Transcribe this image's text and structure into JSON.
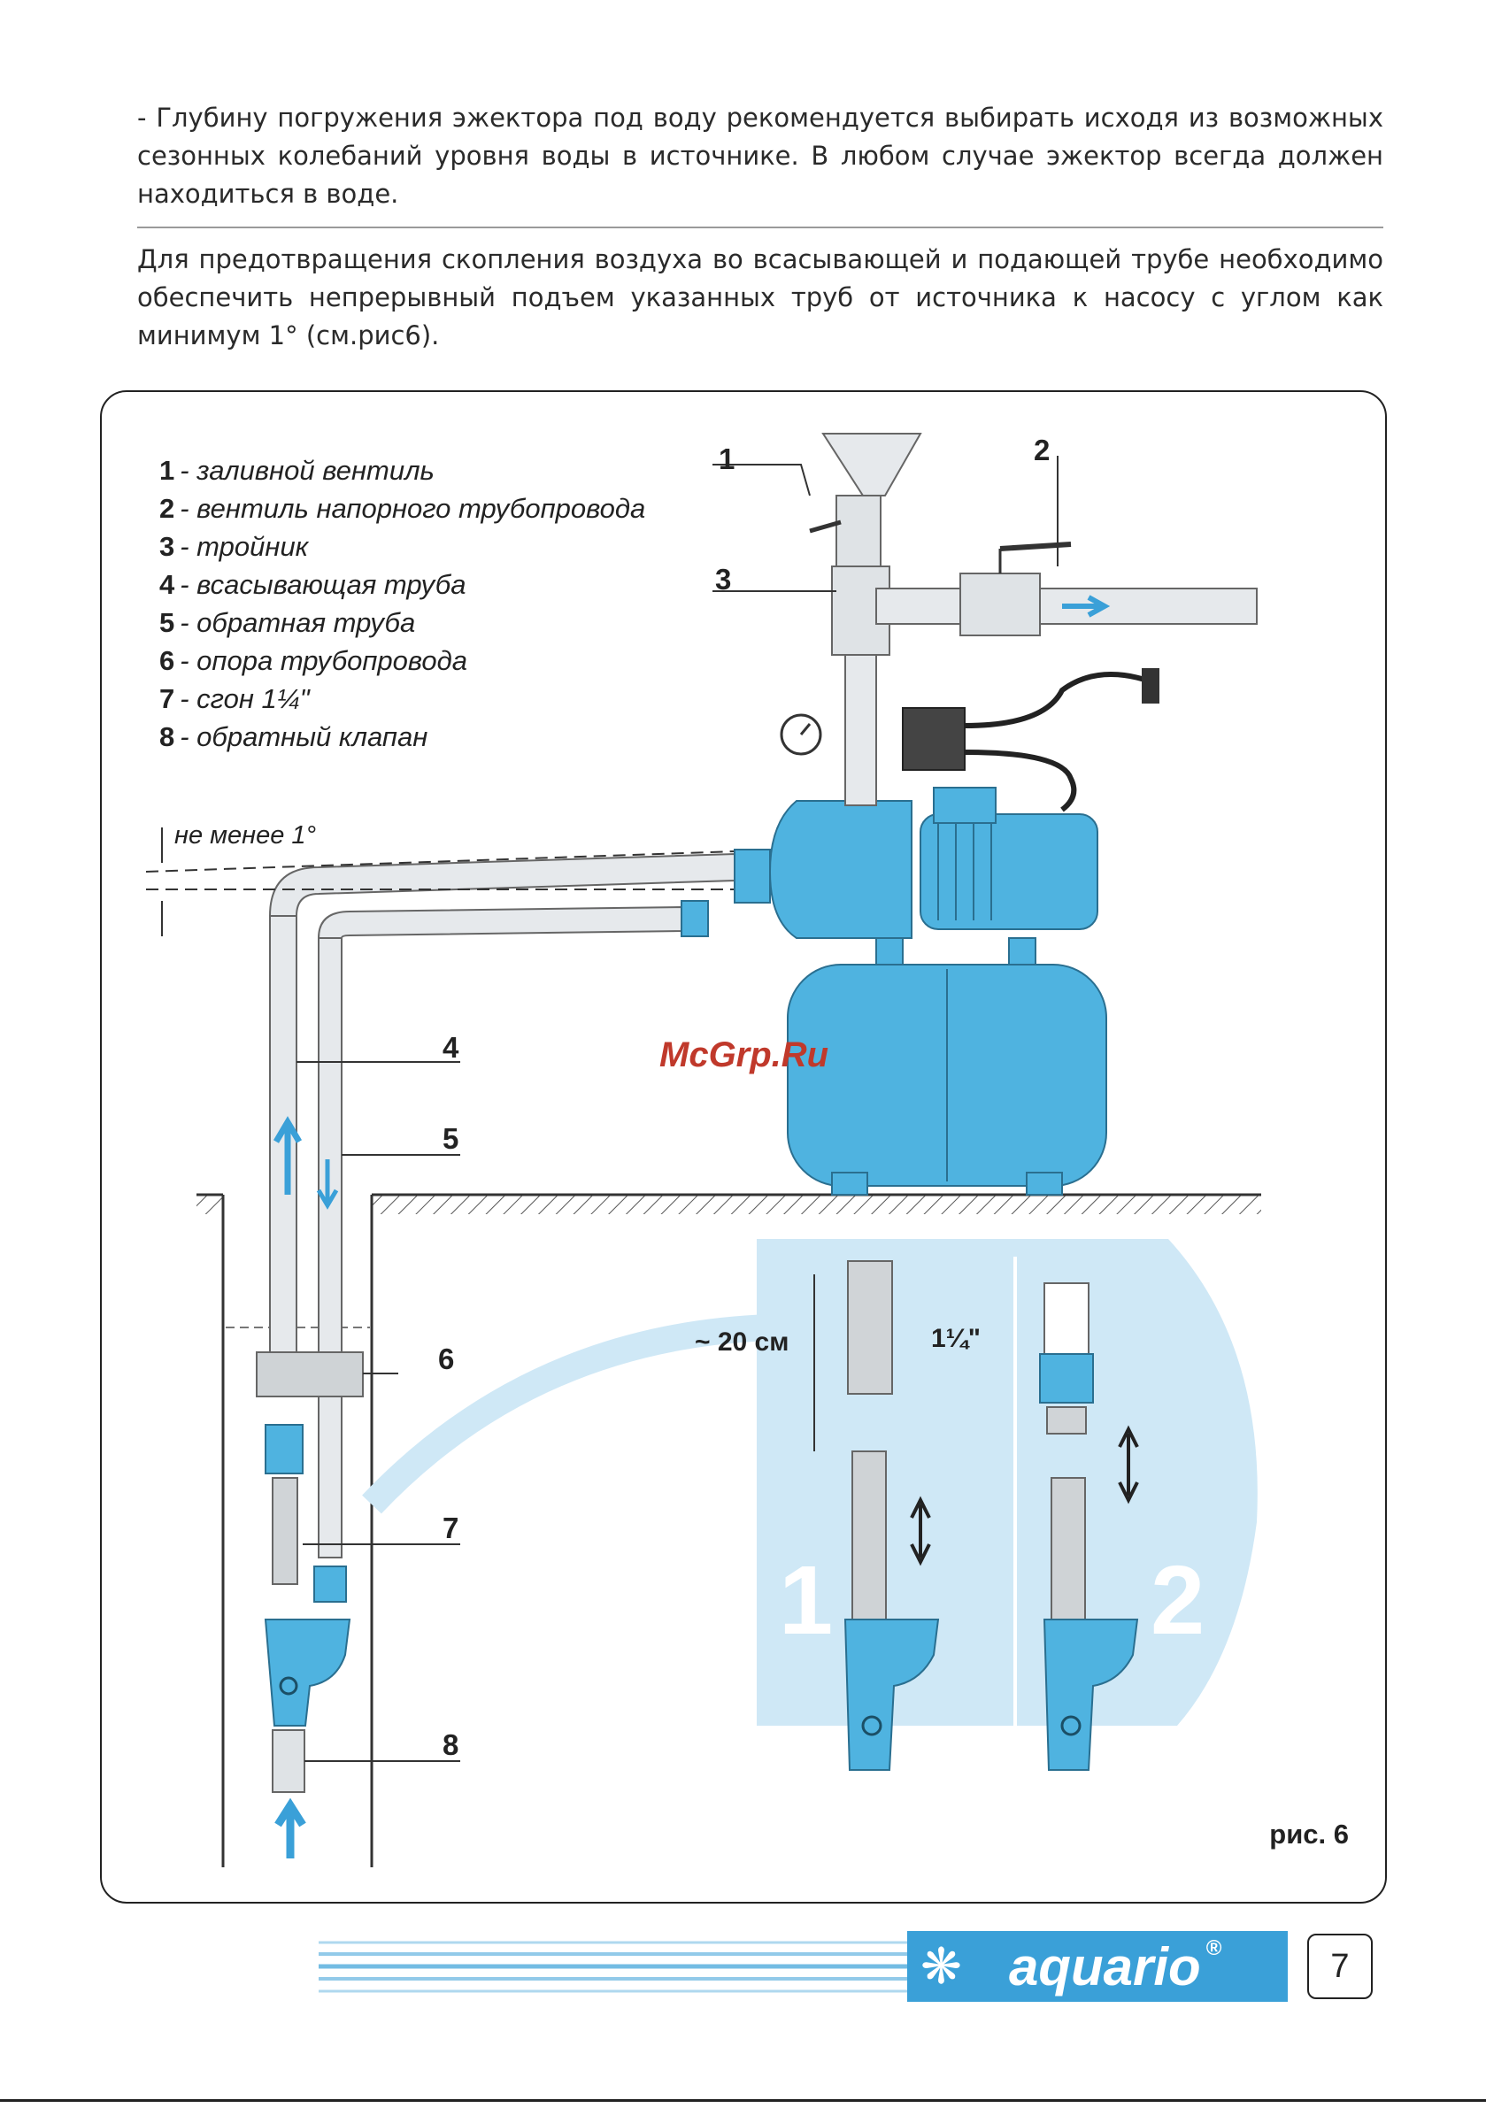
{
  "text": {
    "para1": "- Глубину погружения эжектора под воду рекомендуется выбирать исходя из возможных сезонных колебаний уровня воды в источнике. В любом случае эжектор всегда должен находиться в воде.",
    "para2": "Для предотвращения скопления воздуха во всасывающей и подающей трубе необходимо обеспечить непрерывный подъем указанных труб от источника к насосу с углом как минимум 1° (см.рис6)."
  },
  "legend": [
    {
      "num": "1",
      "text": "- заливной вентиль"
    },
    {
      "num": "2",
      "text": "- вентиль напорного трубопровода"
    },
    {
      "num": "3",
      "text": "- тройник"
    },
    {
      "num": "4",
      "text": "- всасывающая труба"
    },
    {
      "num": "5",
      "text": "- обратная труба"
    },
    {
      "num": "6",
      "text": "- опора трубопровода"
    },
    {
      "num": "7",
      "text": "- сгон 1¼\""
    },
    {
      "num": "8",
      "text": "- обратный клапан"
    }
  ],
  "figure": {
    "angle_note": "не менее 1°",
    "callouts": [
      "1",
      "2",
      "3",
      "4",
      "5",
      "6",
      "7",
      "8"
    ],
    "dim_length": "~ 20 см",
    "dim_size": "1¼\"",
    "variant_1": "1",
    "variant_2": "2",
    "caption": "рис. 6",
    "watermark": "McGrp.Ru"
  },
  "footer": {
    "brand": "aquario",
    "registered": "®",
    "page": "7"
  },
  "colors": {
    "pump_blue": "#4fb3e0",
    "brand_blue": "#3aa0d8",
    "pipe_grey": "#d9dde0",
    "ground_hatch": "#555555"
  }
}
